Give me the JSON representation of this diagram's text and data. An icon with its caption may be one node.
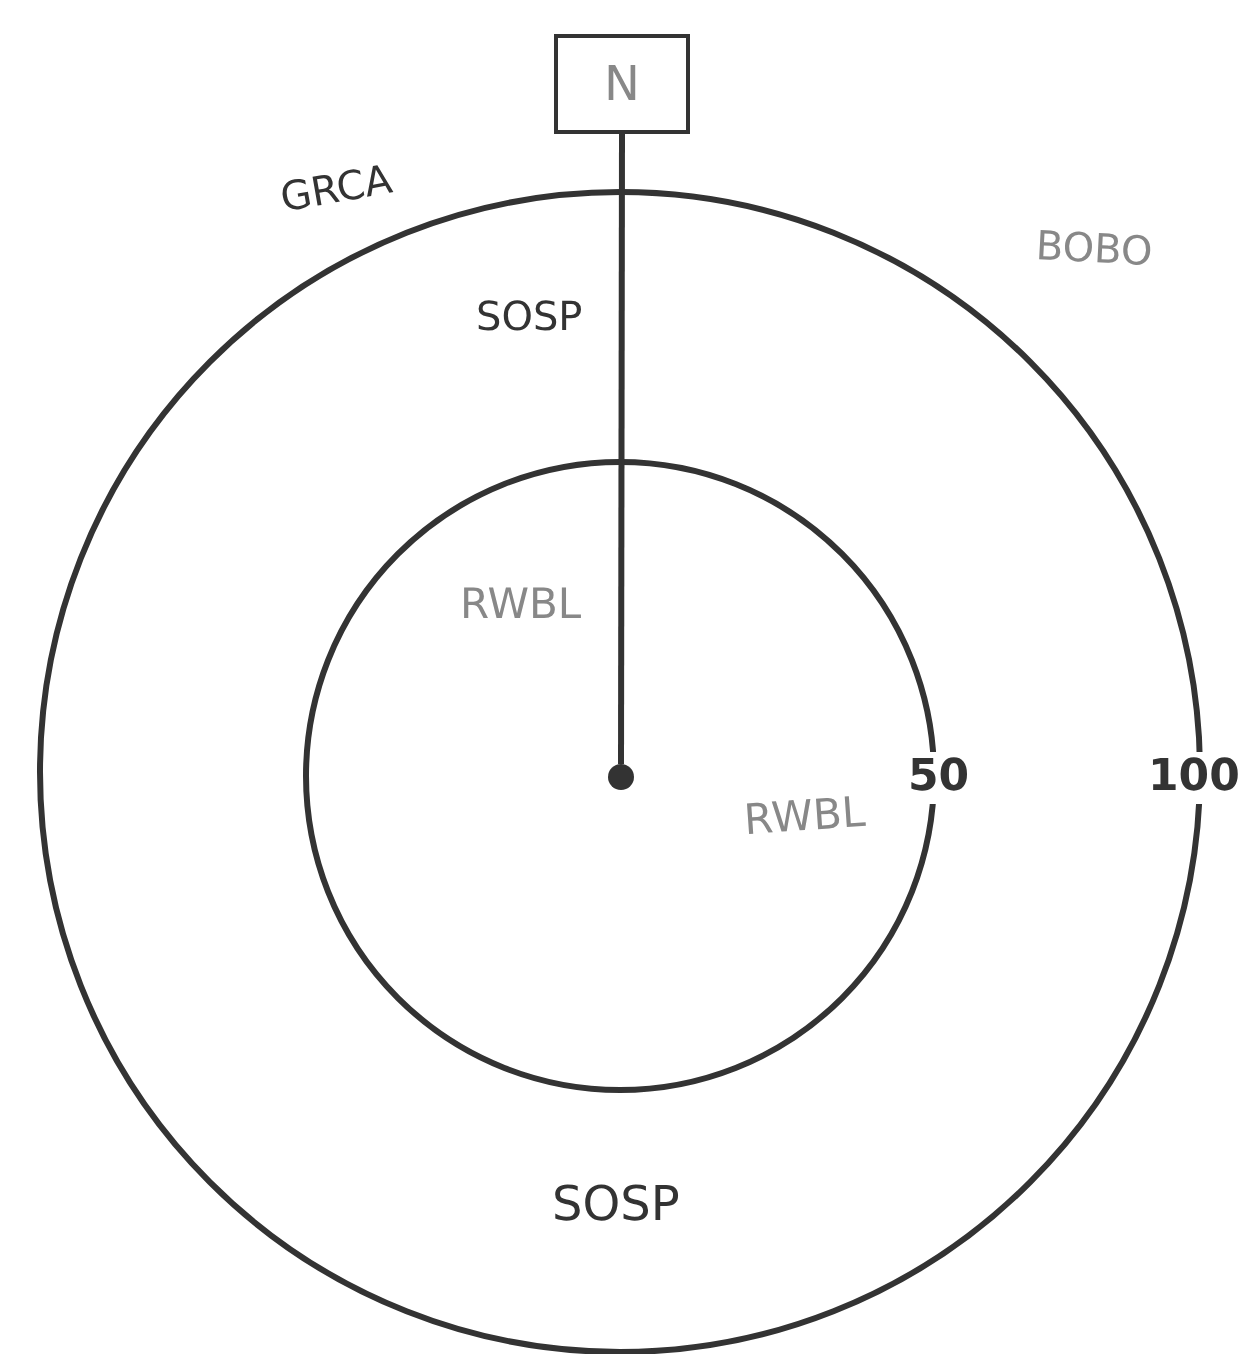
{
  "diagram": {
    "nodes": [
      {
        "text": [
          "N"
        ]
      },
      {
        "text": [],
        "shape": "circle"
      }
    ],
    "edges": [
      {
        "from": 0,
        "to": 1,
        "arrow": "none"
      }
    ],
    "labels": [
      "GRCA",
      "BOBO",
      "SOSP",
      "RWBL",
      "50",
      "100",
      "RWBL",
      "SOSP"
    ]
  }
}
